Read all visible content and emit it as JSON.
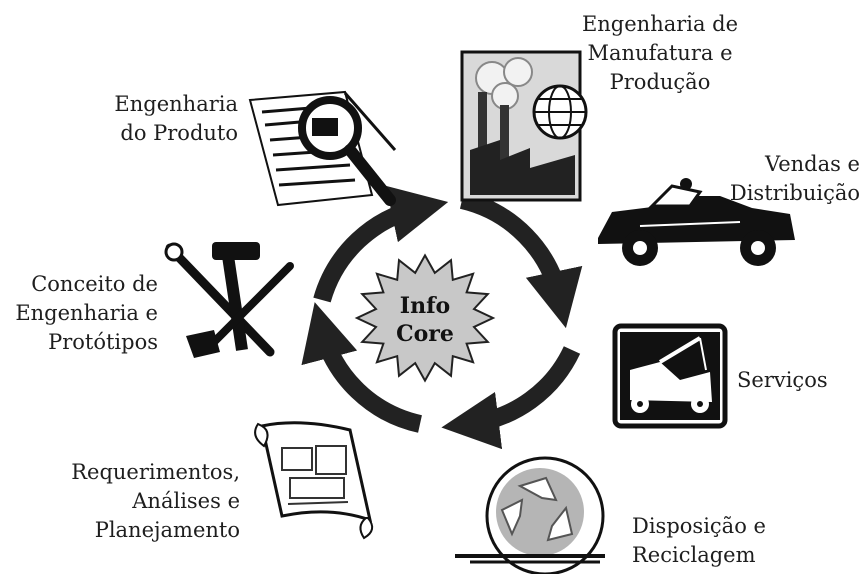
{
  "center": {
    "line1": "Info",
    "line2": "Core",
    "fill": "#c8c8c8"
  },
  "nodes": {
    "engenharia_produto": {
      "icon": "magnifier-document-icon",
      "lines": [
        "Engenharia",
        "do Produto"
      ]
    },
    "manufatura": {
      "icon": "factory-globe-icon",
      "lines": [
        "Engenharia de",
        "Manufatura e",
        "Produção"
      ]
    },
    "vendas": {
      "icon": "convertible-car-icon",
      "lines": [
        "Vendas e",
        "Distribuição"
      ]
    },
    "servicos": {
      "icon": "tow-truck-icon",
      "lines": [
        "Serviços"
      ]
    },
    "reciclagem": {
      "icon": "recycle-icon",
      "lines": [
        "Disposição e",
        "Reciclagem"
      ]
    },
    "requerimentos": {
      "icon": "blueprint-scroll-icon",
      "lines": [
        "Requerimentos,",
        "Análises e",
        "Planejamento"
      ]
    },
    "conceito": {
      "icon": "tools-icon",
      "lines": [
        "Conceito de",
        "Engenharia e",
        "Protótipos"
      ]
    }
  },
  "colors": {
    "arrow": "#222222",
    "icon_dark": "#111111",
    "icon_gray": "#9a9a9a"
  }
}
